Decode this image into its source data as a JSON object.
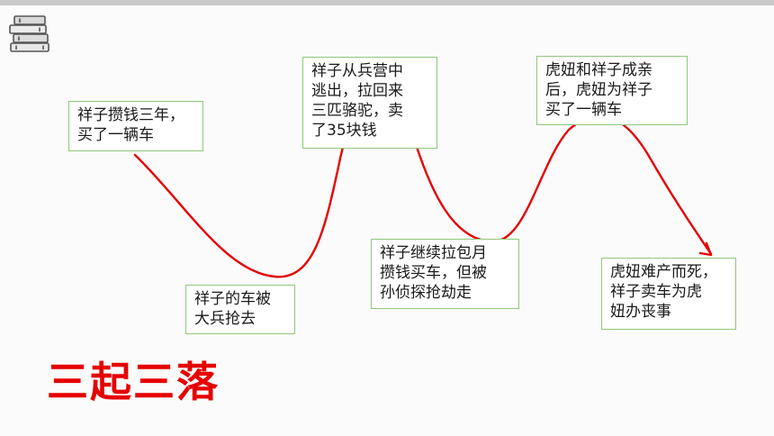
{
  "colors": {
    "curve": "#e60000",
    "headline": "#e60000",
    "box_border": "#8fc77a"
  },
  "logo_icon": "stacked-books-icon",
  "events": [
    {
      "id": "e1",
      "phase": "rise",
      "text": "祥子攒钱三年，\n买了一辆车"
    },
    {
      "id": "e2",
      "phase": "fall",
      "text": "祥子的车被\n大兵抢去"
    },
    {
      "id": "e3",
      "phase": "rise",
      "text": "祥子从兵营中\n逃出，拉回来\n三匹骆驼，卖\n了35块钱"
    },
    {
      "id": "e4",
      "phase": "fall",
      "text": "祥子继续拉包月\n攒钱买车，但被\n孙侦探抢劫走"
    },
    {
      "id": "e5",
      "phase": "rise",
      "text": "虎妞和祥子成亲\n后，虎妞为祥子\n买了一辆车"
    },
    {
      "id": "e6",
      "phase": "fall",
      "text": "虎妞难产而死，\n祥子卖车为虎\n妞办丧事"
    }
  ],
  "headline": "三起三落"
}
